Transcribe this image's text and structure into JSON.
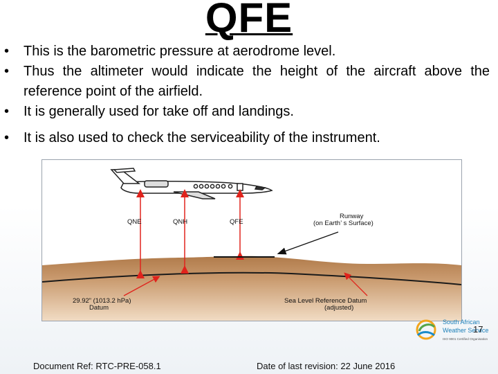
{
  "slide": {
    "title": "QFE",
    "bullets": [
      "This is the barometric pressure at aerodrome level.",
      "Thus the altimeter would indicate the height of the aircraft above the reference point of the airfield.",
      "It is generally used for take off and landings.",
      "It is also used to check the serviceability of the instrument."
    ],
    "page_number": "17"
  },
  "diagram": {
    "labels": {
      "qne": "QNE",
      "qnh": "QNH",
      "qfe": "QFE",
      "runway_line1": "Runway",
      "runway_line2": "(on Earth’ s Surface)",
      "datum_line1": "29.92” (1013.2 hPa)",
      "datum_line2": "Datum",
      "sea_level_line1": "Sea Level Reference Datum",
      "sea_level_line2": "(adjusted)"
    },
    "colors": {
      "arrow": "#e0231c",
      "ground_light": "#e9cfb0",
      "ground_dark": "#b78050"
    }
  },
  "logo": {
    "line1": "South African",
    "line2": "Weather Service",
    "line3": "ISO 9001 Certified Organisation"
  },
  "footer": {
    "document_ref": "Document Ref: RTC-PRE-058.1",
    "revision_date": "Date of last revision: 22 June 2016"
  }
}
